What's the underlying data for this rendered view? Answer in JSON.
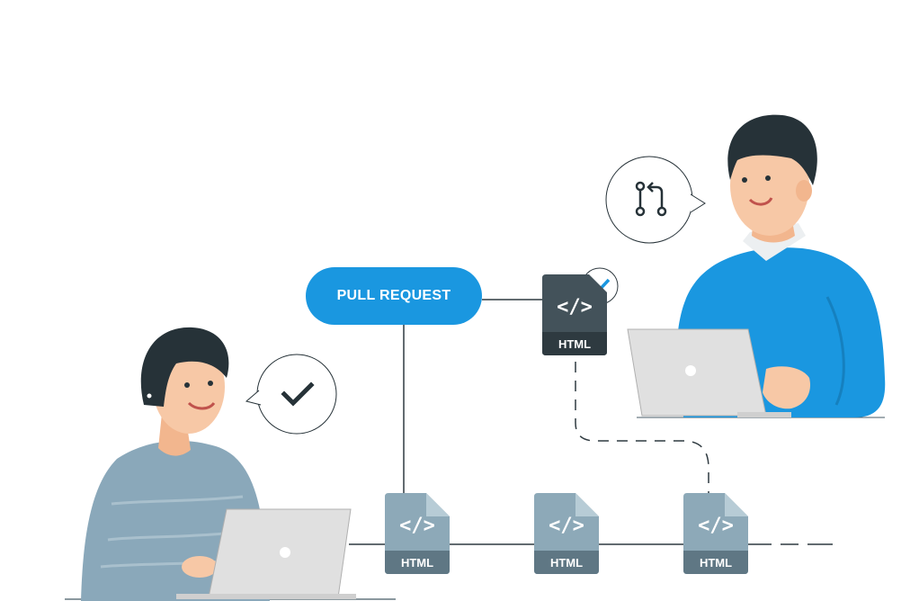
{
  "pull_request": {
    "label": "PULL REQUEST"
  },
  "files": [
    {
      "code": "</>",
      "type": "HTML"
    },
    {
      "code": "</>",
      "type": "HTML"
    },
    {
      "code": "</>",
      "type": "HTML"
    },
    {
      "code": "</>",
      "type": "HTML"
    }
  ],
  "icons": {
    "approved": "check-icon",
    "merge": "git-pull-request-icon",
    "verified": "check-badge-icon"
  },
  "colors": {
    "accent": "#1a97e0",
    "file_light": "#8da9b8",
    "file_dark": "#43525a",
    "line": "#2f3a40",
    "shirt_grey": "#8aa8ba",
    "sweater_blue": "#1a97e0",
    "skin": "#f7c8a6",
    "hair": "#263238",
    "laptop": "#e0e0e0"
  }
}
